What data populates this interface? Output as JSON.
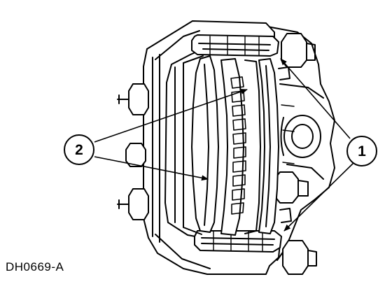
{
  "figure": {
    "id": "DH0669-A"
  },
  "callouts": [
    {
      "number": "1",
      "description": ""
    },
    {
      "number": "2",
      "description": ""
    }
  ],
  "colors": {
    "line": "#000000",
    "fill": "#ffffff"
  }
}
